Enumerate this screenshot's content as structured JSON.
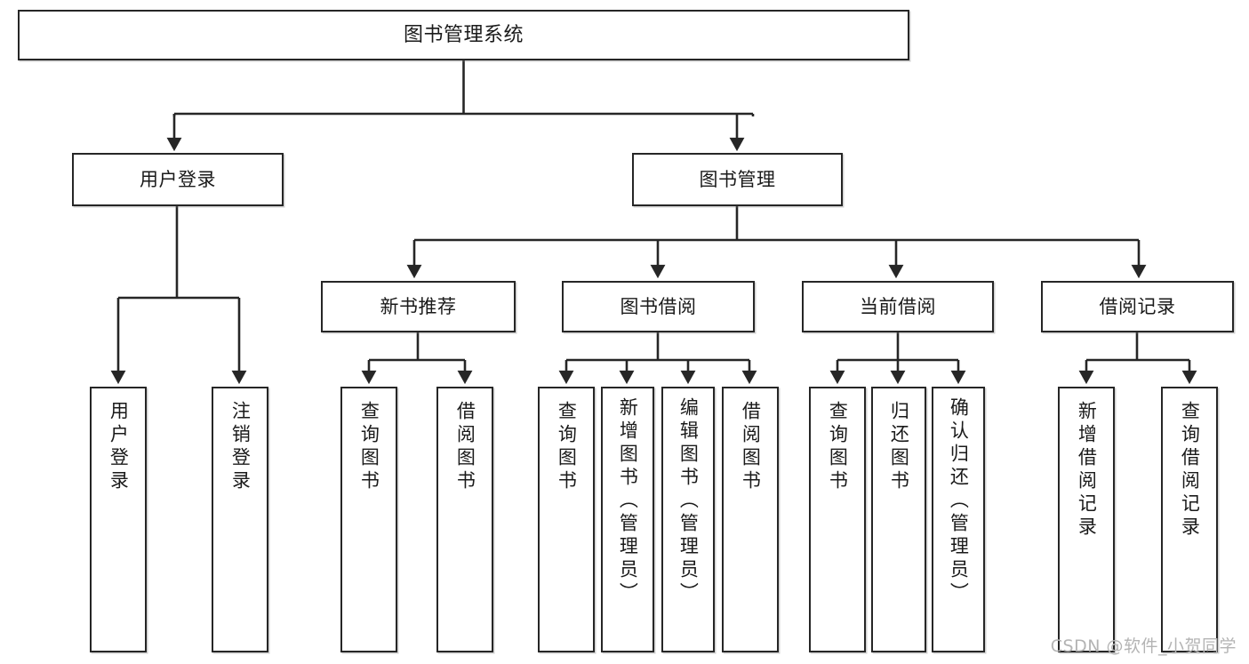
{
  "diagram": {
    "title": "图书管理系统",
    "type": "tree-hierarchy-chart",
    "orientation": "top-down",
    "colors": {
      "box_border": "#262626",
      "box_fill": "#ffffff",
      "connector": "#262626",
      "text": "#1a1a1a",
      "watermark": "#b4b4b4",
      "background": "#ffffff"
    }
  },
  "nodes": {
    "root": {
      "label": "图书管理系统"
    },
    "level1": [
      {
        "id": "user-login",
        "label": "用户登录"
      },
      {
        "id": "book-manage",
        "label": "图书管理"
      }
    ],
    "level2": [
      {
        "id": "new-book-recommend",
        "label": "新书推荐"
      },
      {
        "id": "book-borrow",
        "label": "图书借阅"
      },
      {
        "id": "current-borrow",
        "label": "当前借阅"
      },
      {
        "id": "borrow-record",
        "label": "借阅记录"
      }
    ],
    "leaves": {
      "user-login": [
        {
          "id": "leaf-user-login",
          "label": "用户登录"
        },
        {
          "id": "leaf-user-logout",
          "label": "注销登录"
        }
      ],
      "new-book-recommend": [
        {
          "id": "leaf-query-book-1",
          "label": "查询图书"
        },
        {
          "id": "leaf-borrow-book-1",
          "label": "借阅图书"
        }
      ],
      "book-borrow": [
        {
          "id": "leaf-query-book-2",
          "label": "查询图书"
        },
        {
          "id": "leaf-add-book",
          "label": "新增图书（管理员）"
        },
        {
          "id": "leaf-edit-book",
          "label": "编辑图书（管理员）"
        },
        {
          "id": "leaf-borrow-book-2",
          "label": "借阅图书"
        }
      ],
      "current-borrow": [
        {
          "id": "leaf-query-book-3",
          "label": "查询图书"
        },
        {
          "id": "leaf-return-book",
          "label": "归还图书"
        },
        {
          "id": "leaf-confirm-return",
          "label": "确认归还（管理员）"
        }
      ],
      "borrow-record": [
        {
          "id": "leaf-add-record",
          "label": "新增借阅记录"
        },
        {
          "id": "leaf-query-record",
          "label": "查询借阅记录"
        }
      ]
    }
  },
  "watermark": {
    "text": "CSDN @软件_小贺同学"
  }
}
